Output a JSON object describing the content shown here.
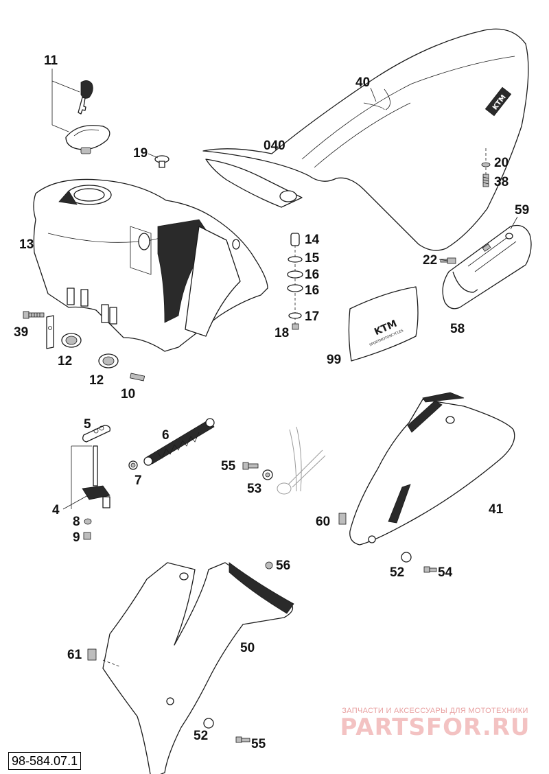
{
  "drawing_number": "98-584.07.1",
  "watermark": {
    "line1": "ЗАПЧАСТИ И АКСЕССУАРЫ ДЛЯ МОТОТЕХНИКИ",
    "logo": "PARTSFOR.RU"
  },
  "callouts": {
    "c11": "11",
    "c19": "19",
    "c13": "13",
    "c40": "40",
    "c040": "040",
    "c20": "20",
    "c38": "38",
    "c59": "59",
    "c22": "22",
    "c58": "58",
    "c14": "14",
    "c15": "15",
    "c16a": "16",
    "c16b": "16",
    "c17": "17",
    "c18": "18",
    "c99": "99",
    "c39": "39",
    "c12a": "12",
    "c12b": "12",
    "c10": "10",
    "c5": "5",
    "c6": "6",
    "c4": "4",
    "c7": "7",
    "c8": "8",
    "c9": "9",
    "c55a": "55",
    "c53": "53",
    "c60": "60",
    "c41": "41",
    "c52a": "52",
    "c54": "54",
    "c56": "56",
    "c50": "50",
    "c61": "61",
    "c52b": "52",
    "c55b": "55"
  },
  "brand_marks": {
    "seat": "KTM",
    "sticker": "KTM",
    "sticker_sub": "SPORTMOTORCYCLES"
  }
}
